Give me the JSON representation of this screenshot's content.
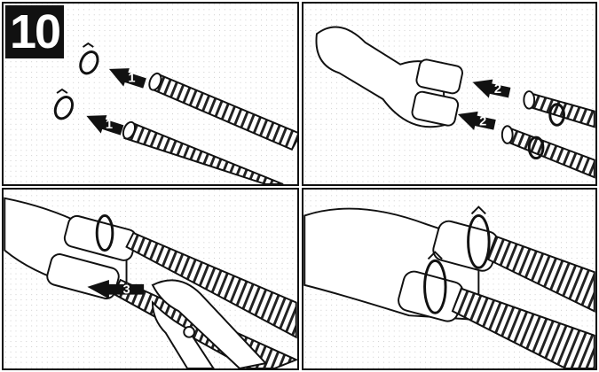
{
  "step_number": "10",
  "panels": [
    {
      "arrow_labels": [
        "1",
        "1"
      ]
    },
    {
      "arrow_labels": [
        "2",
        "2"
      ]
    },
    {
      "arrow_labels": [
        "3"
      ]
    },
    {
      "arrow_labels": []
    }
  ]
}
